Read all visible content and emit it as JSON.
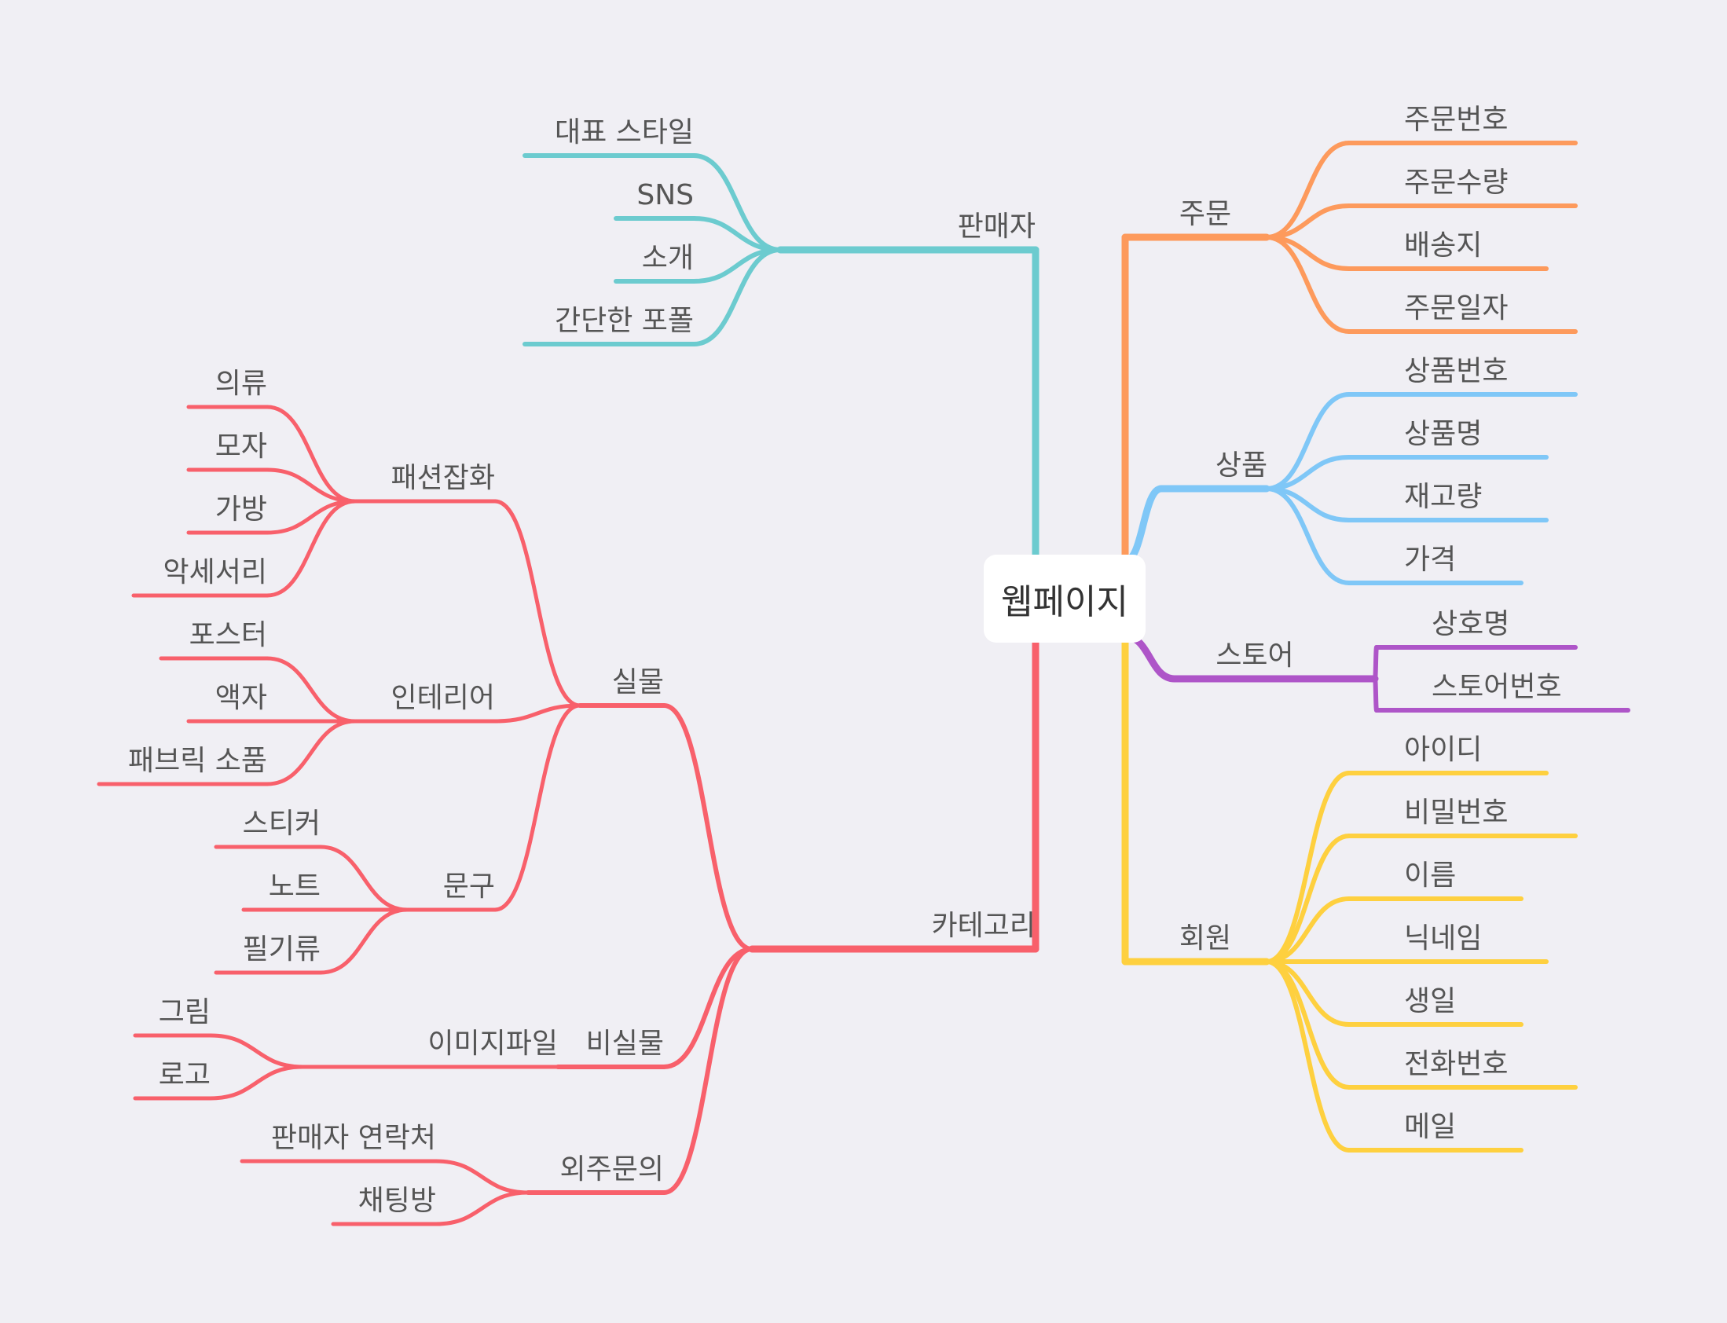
{
  "root": {
    "label": "웹페이지"
  },
  "colors": {
    "teal": "#6ccbcf",
    "orange": "#fd9a5c",
    "blue": "#7fc7f7",
    "purple": "#ae55c8",
    "yellow": "#fed03f",
    "red": "#f8606b",
    "text": "#555555",
    "background": "#f0eff4"
  },
  "branches": [
    {
      "label": "판매자",
      "color": "teal",
      "side": "left",
      "children": [
        {
          "label": "대표 스타일"
        },
        {
          "label": "SNS"
        },
        {
          "label": "소개"
        },
        {
          "label": "간단한 포폴"
        }
      ]
    },
    {
      "label": "카테고리",
      "color": "red",
      "side": "left",
      "children": [
        {
          "label": "실물",
          "children": [
            {
              "label": "패션잡화",
              "children": [
                {
                  "label": "의류"
                },
                {
                  "label": "모자"
                },
                {
                  "label": "가방"
                },
                {
                  "label": "악세서리"
                }
              ]
            },
            {
              "label": "인테리어",
              "children": [
                {
                  "label": "포스터"
                },
                {
                  "label": "액자"
                },
                {
                  "label": "패브릭 소품"
                }
              ]
            },
            {
              "label": "문구",
              "children": [
                {
                  "label": "스티커"
                },
                {
                  "label": "노트"
                },
                {
                  "label": "필기류"
                }
              ]
            }
          ]
        },
        {
          "label": "비실물",
          "children": [
            {
              "label": "이미지파일",
              "children": [
                {
                  "label": "그림"
                },
                {
                  "label": "로고"
                }
              ]
            }
          ]
        },
        {
          "label": "외주문의",
          "children": [
            {
              "label": "판매자 연락처"
            },
            {
              "label": "채팅방"
            }
          ]
        }
      ]
    },
    {
      "label": "주문",
      "color": "orange",
      "side": "right",
      "children": [
        {
          "label": "주문번호"
        },
        {
          "label": "주문수량"
        },
        {
          "label": "배송지"
        },
        {
          "label": "주문일자"
        }
      ]
    },
    {
      "label": "상품",
      "color": "blue",
      "side": "right",
      "children": [
        {
          "label": "상품번호"
        },
        {
          "label": "상품명"
        },
        {
          "label": "재고량"
        },
        {
          "label": "가격"
        }
      ]
    },
    {
      "label": "스토어",
      "color": "purple",
      "side": "right",
      "children": [
        {
          "label": "상호명"
        },
        {
          "label": "스토어번호"
        }
      ]
    },
    {
      "label": "회원",
      "color": "yellow",
      "side": "right",
      "children": [
        {
          "label": "아이디"
        },
        {
          "label": "비밀번호"
        },
        {
          "label": "이름"
        },
        {
          "label": "닉네임"
        },
        {
          "label": "생일"
        },
        {
          "label": "전화번호"
        },
        {
          "label": "메일"
        }
      ]
    }
  ]
}
